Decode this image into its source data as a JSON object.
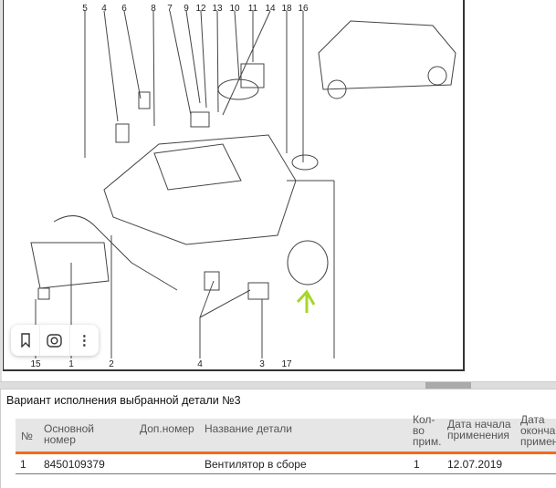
{
  "diagram": {
    "top_callouts": [
      "5",
      "4",
      "6",
      "8",
      "7",
      "9",
      "12",
      "13",
      "10",
      "11",
      "14",
      "18",
      "16"
    ],
    "bottom_callouts": [
      "15",
      "1",
      "2",
      "4",
      "3",
      "17"
    ],
    "highlight_color": "#a6d62a"
  },
  "toolbar": {
    "bookmark": "bookmark-icon",
    "lens": "lens-icon",
    "more": "⋮"
  },
  "panel": {
    "title": "Вариант исполнения выбранной детали №3",
    "accent": "#f26a1b",
    "columns": [
      "№",
      "Основной номер",
      "Доп.номер",
      "Название детали",
      "Кол-во прим.",
      "Дата начала применения",
      "Дата окончания применения"
    ],
    "rows": [
      {
        "num": "1",
        "main_number": "8450109379",
        "alt_number": "",
        "name": "Вентилятор в сборе",
        "qty": "1",
        "start_date": "12.07.2019",
        "end_date": ""
      }
    ]
  }
}
